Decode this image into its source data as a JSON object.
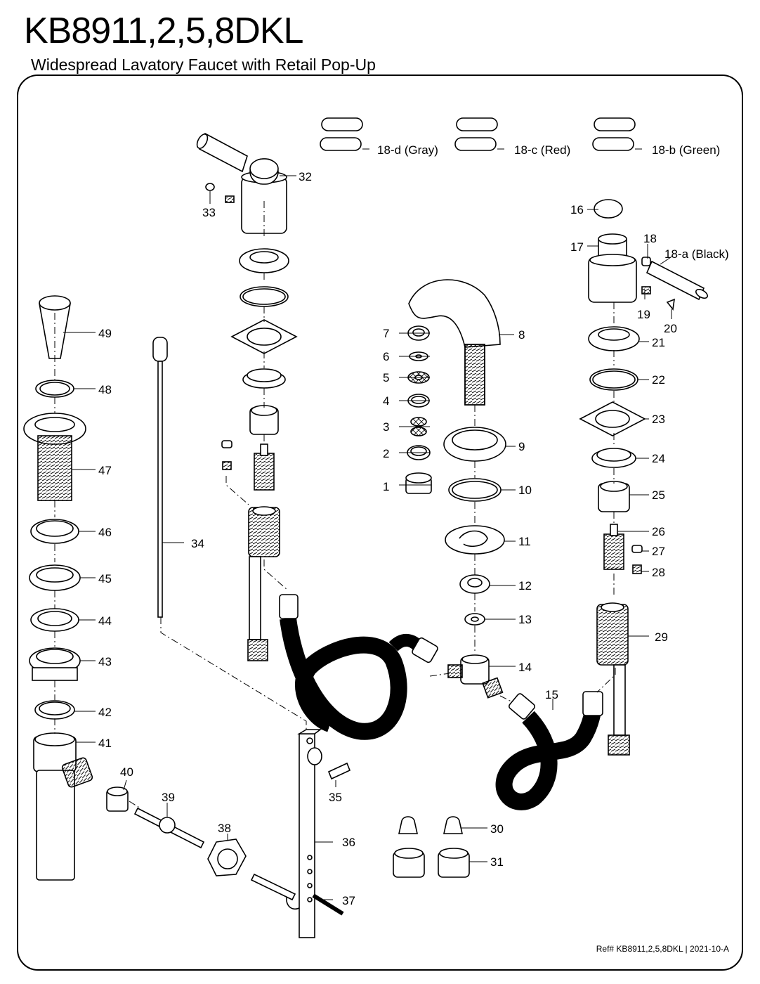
{
  "header": {
    "title": "KB8911,2,5,8DKL",
    "subtitle": "Widespread Lavatory Faucet with Retail Pop-Up"
  },
  "footer": {
    "ref": "Ref# KB8911,2,5,8DKL | 2021-10-A"
  },
  "callouts": [
    {
      "id": "1",
      "label": "1"
    },
    {
      "id": "2",
      "label": "2"
    },
    {
      "id": "3",
      "label": "3"
    },
    {
      "id": "4",
      "label": "4"
    },
    {
      "id": "5",
      "label": "5"
    },
    {
      "id": "6",
      "label": "6"
    },
    {
      "id": "7",
      "label": "7"
    },
    {
      "id": "8",
      "label": "8"
    },
    {
      "id": "9",
      "label": "9"
    },
    {
      "id": "10",
      "label": "10"
    },
    {
      "id": "11",
      "label": "11"
    },
    {
      "id": "12",
      "label": "12"
    },
    {
      "id": "13",
      "label": "13"
    },
    {
      "id": "14",
      "label": "14"
    },
    {
      "id": "15",
      "label": "15"
    },
    {
      "id": "16",
      "label": "16"
    },
    {
      "id": "17",
      "label": "17"
    },
    {
      "id": "18",
      "label": "18"
    },
    {
      "id": "18a",
      "label": "18-a (Black)"
    },
    {
      "id": "18b",
      "label": "18-b (Green)"
    },
    {
      "id": "18c",
      "label": "18-c (Red)"
    },
    {
      "id": "18d",
      "label": "18-d (Gray)"
    },
    {
      "id": "19",
      "label": "19"
    },
    {
      "id": "20",
      "label": "20"
    },
    {
      "id": "21",
      "label": "21"
    },
    {
      "id": "22",
      "label": "22"
    },
    {
      "id": "23",
      "label": "23"
    },
    {
      "id": "24",
      "label": "24"
    },
    {
      "id": "25",
      "label": "25"
    },
    {
      "id": "26",
      "label": "26"
    },
    {
      "id": "27",
      "label": "27"
    },
    {
      "id": "28",
      "label": "28"
    },
    {
      "id": "29",
      "label": "29"
    },
    {
      "id": "30",
      "label": "30"
    },
    {
      "id": "31",
      "label": "31"
    },
    {
      "id": "32",
      "label": "32"
    },
    {
      "id": "33",
      "label": "33"
    },
    {
      "id": "34",
      "label": "34"
    },
    {
      "id": "35",
      "label": "35"
    },
    {
      "id": "36",
      "label": "36"
    },
    {
      "id": "37",
      "label": "37"
    },
    {
      "id": "38",
      "label": "38"
    },
    {
      "id": "39",
      "label": "39"
    },
    {
      "id": "40",
      "label": "40"
    },
    {
      "id": "41",
      "label": "41"
    },
    {
      "id": "42",
      "label": "42"
    },
    {
      "id": "43",
      "label": "43"
    },
    {
      "id": "44",
      "label": "44"
    },
    {
      "id": "45",
      "label": "45"
    },
    {
      "id": "46",
      "label": "46"
    },
    {
      "id": "47",
      "label": "47"
    },
    {
      "id": "48",
      "label": "48"
    },
    {
      "id": "49",
      "label": "49"
    }
  ]
}
